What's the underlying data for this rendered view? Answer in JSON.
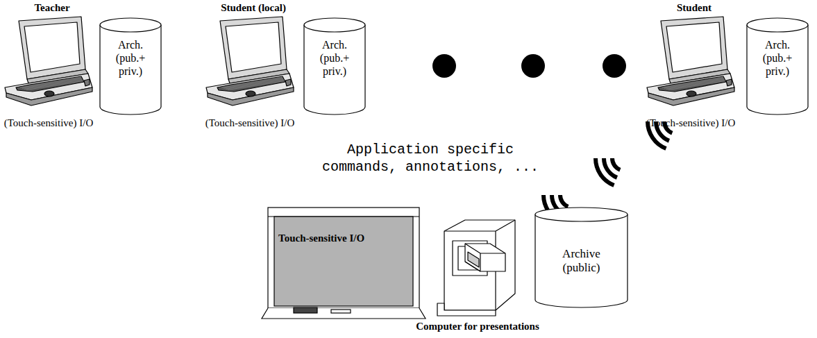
{
  "diagram": {
    "nodes": [
      {
        "text": [
          "Teacher",
          "(Touch-sensitive) I/O"
        ]
      },
      {
        "text": [
          "Arch. (pub.+ priv.)"
        ]
      },
      {
        "text": [
          "Student (local)",
          "(Touch-sensitive) I/O"
        ]
      },
      {
        "text": [
          "Arch. (pub.+ priv.)"
        ]
      },
      {
        "text": [
          "Student",
          "(Touch-sensitive) I/O"
        ]
      },
      {
        "text": [
          "Arch. (pub.+ priv.)"
        ]
      },
      {
        "text": [
          "Touch-sensitive I/O"
        ]
      },
      {
        "text": [
          "Computer for presentations"
        ]
      },
      {
        "text": [
          "Archive (public)"
        ]
      }
    ],
    "labels": [
      "Application specific commands, annotations, ..."
    ]
  }
}
